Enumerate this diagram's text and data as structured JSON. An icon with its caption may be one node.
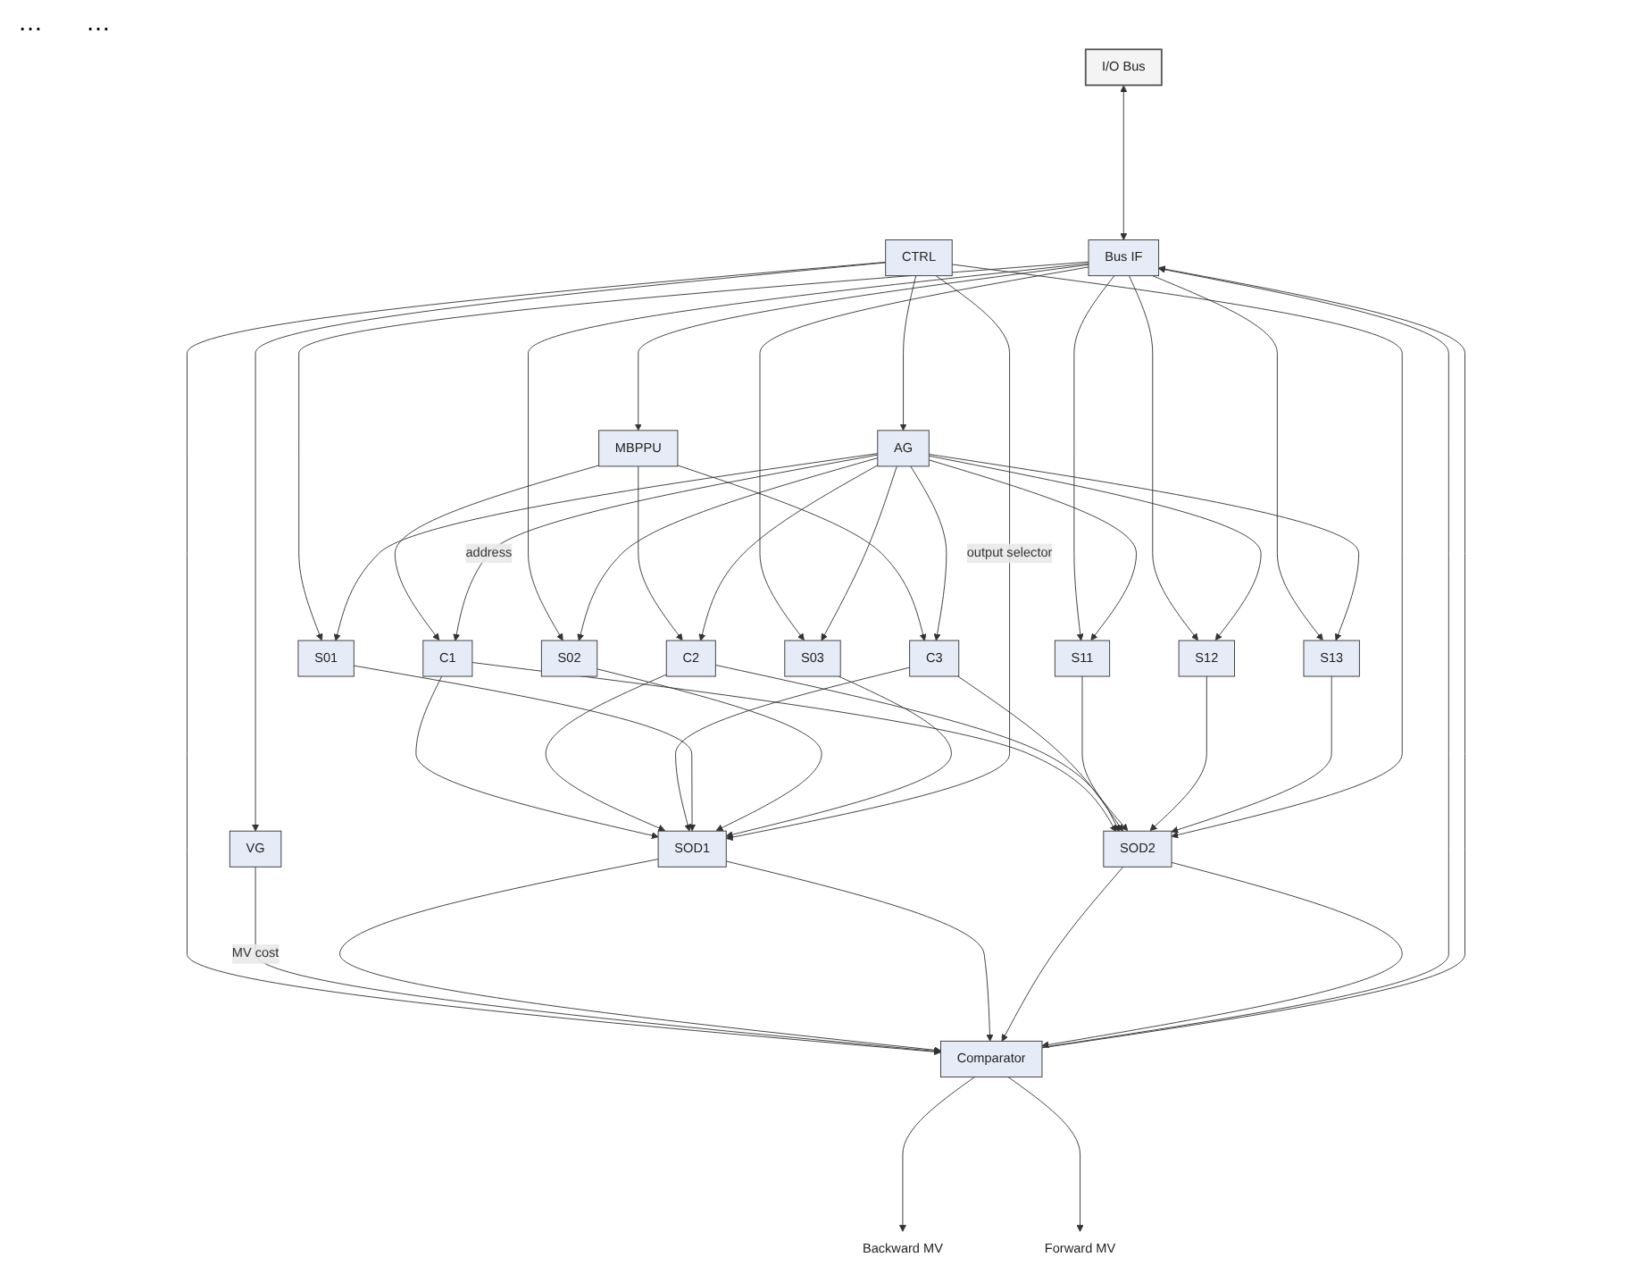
{
  "diagram": {
    "nodes": [
      {
        "text": [
          "I/O Bus"
        ]
      },
      {
        "text": [
          "Bus IF"
        ]
      },
      {
        "text": [
          "MBPPU"
        ]
      },
      {
        "text": [
          "AG"
        ]
      },
      {
        "text": [
          "C1"
        ]
      },
      {
        "text": [
          "C2"
        ]
      },
      {
        "text": [
          "C3"
        ]
      },
      {
        "text": [
          "S01"
        ]
      },
      {
        "text": [
          "S02"
        ]
      },
      {
        "text": [
          "S03"
        ]
      },
      {
        "text": [
          "S11"
        ]
      },
      {
        "text": [
          "S12"
        ]
      },
      {
        "text": [
          "S13"
        ]
      },
      {
        "text": [
          "CTRL"
        ]
      },
      {
        "text": [
          "SOD1"
        ]
      },
      {
        "text": [
          "SOD2"
        ]
      },
      {
        "text": [
          "VG"
        ]
      },
      {
        "text": [
          "Comparator"
        ]
      },
      {
        "text": [
          "Backward MV"
        ]
      },
      {
        "text": [
          "Forward MV"
        ]
      }
    ],
    "edges": [
      {
        "from": 0,
        "to": 1,
        "arrow": "both"
      },
      {
        "from": 1,
        "to": 2,
        "arrow": "to"
      },
      {
        "from": 2,
        "to": 4,
        "arrow": "to"
      },
      {
        "from": 2,
        "to": 5,
        "arrow": "to"
      },
      {
        "from": 2,
        "to": 6,
        "arrow": "to"
      },
      {
        "from": 1,
        "to": 7,
        "arrow": "to"
      },
      {
        "from": 1,
        "to": 8,
        "arrow": "to"
      },
      {
        "from": 1,
        "to": 9,
        "arrow": "to"
      },
      {
        "from": 1,
        "to": 10,
        "arrow": "to"
      },
      {
        "from": 1,
        "to": 11,
        "arrow": "to"
      },
      {
        "from": 1,
        "to": 12,
        "arrow": "to"
      },
      {
        "from": 3,
        "to": 4,
        "arrow": "to",
        "label": "address"
      },
      {
        "from": 3,
        "to": 5,
        "arrow": "to"
      },
      {
        "from": 3,
        "to": 6,
        "arrow": "to"
      },
      {
        "from": 3,
        "to": 7,
        "arrow": "to"
      },
      {
        "from": 3,
        "to": 8,
        "arrow": "to"
      },
      {
        "from": 3,
        "to": 9,
        "arrow": "to"
      },
      {
        "from": 3,
        "to": 10,
        "arrow": "to"
      },
      {
        "from": 3,
        "to": 11,
        "arrow": "to"
      },
      {
        "from": 3,
        "to": 12,
        "arrow": "to"
      },
      {
        "from": 13,
        "to": 3,
        "arrow": "to"
      },
      {
        "from": 13,
        "to": 16,
        "arrow": "to"
      },
      {
        "from": 4,
        "to": 14,
        "arrow": "to"
      },
      {
        "from": 4,
        "to": 15,
        "arrow": "to"
      },
      {
        "from": 5,
        "to": 14,
        "arrow": "to"
      },
      {
        "from": 5,
        "to": 15,
        "arrow": "to"
      },
      {
        "from": 6,
        "to": 14,
        "arrow": "to"
      },
      {
        "from": 6,
        "to": 15,
        "arrow": "to"
      },
      {
        "from": 7,
        "to": 14,
        "arrow": "to"
      },
      {
        "from": 8,
        "to": 14,
        "arrow": "to"
      },
      {
        "from": 9,
        "to": 14,
        "arrow": "to"
      },
      {
        "from": 10,
        "to": 15,
        "arrow": "to"
      },
      {
        "from": 11,
        "to": 15,
        "arrow": "to"
      },
      {
        "from": 12,
        "to": 15,
        "arrow": "to"
      },
      {
        "from": 13,
        "to": 14,
        "arrow": "to",
        "label": "output selector"
      },
      {
        "from": 13,
        "to": 15,
        "arrow": "to"
      },
      {
        "from": 13,
        "to": 17,
        "arrow": "to"
      },
      {
        "from": 16,
        "to": 17,
        "arrow": "to",
        "label": "MV cost"
      },
      {
        "from": 14,
        "to": 17,
        "arrow": "to"
      },
      {
        "from": 14,
        "to": 17,
        "arrow": "to"
      },
      {
        "from": 15,
        "to": 17,
        "arrow": "to"
      },
      {
        "from": 15,
        "to": 17,
        "arrow": "to"
      },
      {
        "from": 17,
        "to": 18,
        "arrow": "to"
      },
      {
        "from": 17,
        "to": 19,
        "arrow": "to"
      },
      {
        "from": 17,
        "to": 1,
        "arrow": "to"
      },
      {
        "from": 17,
        "to": 1,
        "arrow": "to"
      }
    ],
    "labels": [
      "…",
      "…"
    ]
  }
}
